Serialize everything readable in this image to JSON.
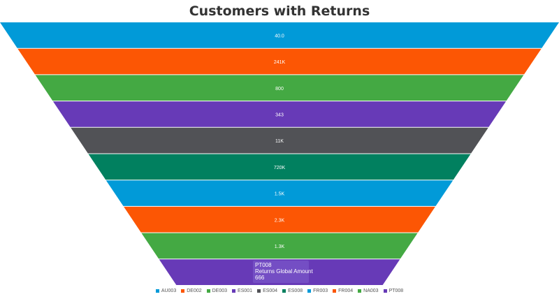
{
  "chart_data": {
    "type": "funnel",
    "title": "Customers with Returns",
    "categories": [
      "AU003",
      "DE002",
      "DE003",
      "ES001",
      "ES004",
      "ES008",
      "FR003",
      "FR004",
      "NA003",
      "PT008"
    ],
    "labels": [
      "40.0",
      "241K",
      "800",
      "343",
      "11K",
      "720K",
      "1.5K",
      "2.3K",
      "1.3K",
      ""
    ],
    "colors": [
      "#019ad8",
      "#fc5604",
      "#44a943",
      "#673ab7",
      "#515256",
      "#01805f",
      "#019ad8",
      "#fc5604",
      "#44a943",
      "#673ab7"
    ],
    "legend": "bottom"
  },
  "tooltip": {
    "category": "PT008",
    "measure": "Returns Global Amount",
    "value": "666"
  }
}
